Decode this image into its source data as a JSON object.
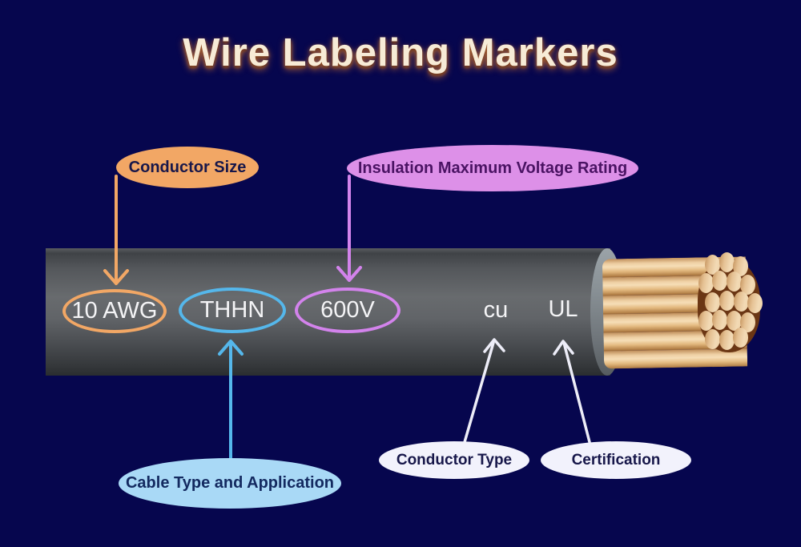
{
  "title": "Wire Labeling Markers",
  "wire": {
    "markers": [
      {
        "label": "10 AWG",
        "ring_color": "#F2A765",
        "meaning": "Conductor Size"
      },
      {
        "label": "THHN",
        "ring_color": "#55B7EB",
        "meaning": "Cable Type and Application"
      },
      {
        "label": "600V",
        "ring_color": "#D383EC",
        "meaning": "Insulation Maximum Voltage Rating"
      },
      {
        "label": "cu",
        "ring_color": null,
        "meaning": "Conductor Type"
      },
      {
        "label": "UL",
        "ring_color": null,
        "meaning": "Certification"
      }
    ]
  },
  "callouts": [
    {
      "label": "Conductor Size",
      "fill": "#F2A765",
      "points_to": "10 AWG"
    },
    {
      "label": "Insulation Maximum Voltage Rating",
      "fill": "#DD90E8",
      "points_to": "600V"
    },
    {
      "label": "Cable Type and Application",
      "fill": "#A9D9F6",
      "points_to": "THHN"
    },
    {
      "label": "Conductor Type",
      "fill": "#F2F2FC",
      "points_to": "cu"
    },
    {
      "label": "Certification",
      "fill": "#F2F2FC",
      "points_to": "UL"
    }
  ],
  "colors": {
    "bg": "#06064E",
    "title_text": "#F7EBD6",
    "orange": "#F2A765",
    "blue": "#55B7EB",
    "purple": "#D383EC",
    "light_blue": "#A9D9F6",
    "white_oval": "#F2F2FC",
    "arrow_white": "#EDEDF8",
    "navy_text": "#17174A",
    "purple_text": "#4A1363",
    "wire_label": "#F4F4F6",
    "insulation_gray": "#5B5E62",
    "copper": "#E8C28E",
    "copper_dark": "#6B3614"
  }
}
